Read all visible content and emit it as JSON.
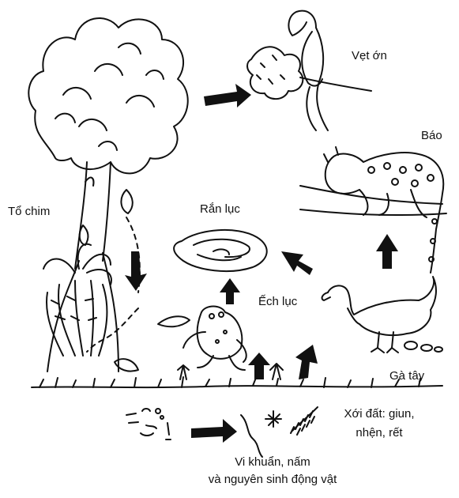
{
  "labels": {
    "parrot": "Vẹt ớn",
    "leopard": "Báo",
    "nest": "Tổ chim",
    "snake": "Rắn lục",
    "frog": "Ếch lục",
    "turkey": "Gà tây",
    "soil_line1": "Xới đất: giun,",
    "soil_line2": "nhện, rết",
    "microbes_line1": "Vi khuẩn, nấm",
    "microbes_line2": "và nguyên sinh động vật"
  },
  "icons": {
    "tree": "tree-icon",
    "parrot": "parrot-icon",
    "leopard": "leopard-icon",
    "snake": "snake-icon",
    "frog": "frog-icon",
    "turkey": "turkey-icon",
    "nest_plant": "nest-plant-icon",
    "microbes": "microbes-icon",
    "soil_animals": "worm-spider-centipede-icon",
    "arrow": "arrow-icon"
  },
  "colors": {
    "ink": "#111111",
    "background": "#ffffff"
  }
}
